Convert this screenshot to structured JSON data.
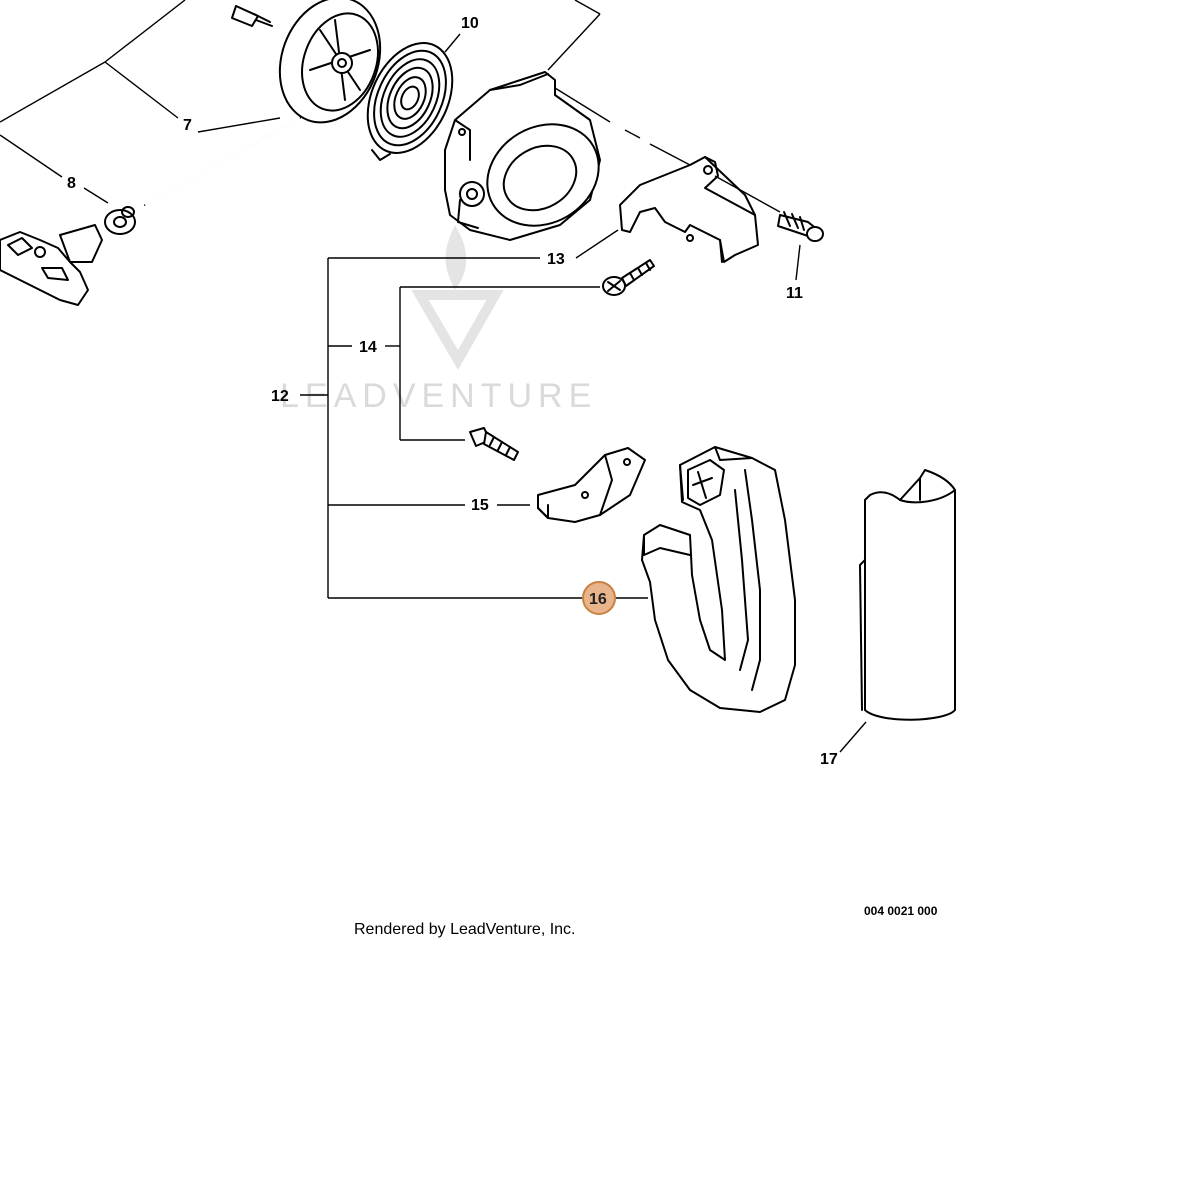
{
  "watermark": {
    "text": "LEADVENTURE"
  },
  "callouts": {
    "c7": "7",
    "c8": "8",
    "c10": "10",
    "c11": "11",
    "c12": "12",
    "c13": "13",
    "c14": "14",
    "c15": "15",
    "c16": "16",
    "c17": "17"
  },
  "highlight": {
    "color": "#e8b48c",
    "ring": "#c8813f"
  },
  "footer": {
    "part_number": "004 0021 000",
    "rendered_by": "Rendered by LeadVenture, Inc."
  }
}
